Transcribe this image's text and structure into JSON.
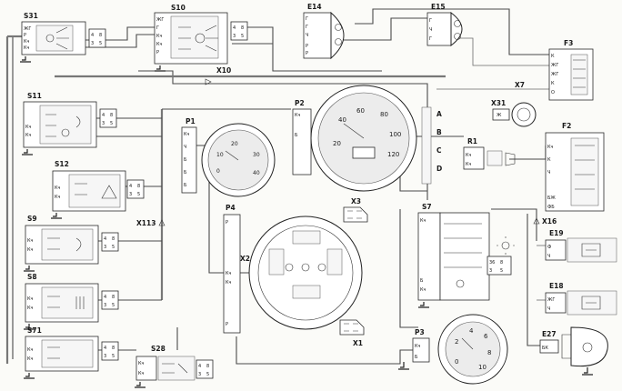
{
  "components": {
    "S31": "S31",
    "S10": "S10",
    "E14": "E14",
    "E15": "E15",
    "F3": "F3",
    "X10": "X10",
    "X7": "X7",
    "S11": "S11",
    "P2": "P2",
    "X31": "X31",
    "P1": "P1",
    "R1": "R1",
    "F2": "F2",
    "S12": "S12",
    "X113": "X113",
    "X3": "X3",
    "S9": "S9",
    "P4": "P4",
    "S7": "S7",
    "X16": "X16",
    "E19": "E19",
    "X2": "X2",
    "S8": "S8",
    "E18": "E18",
    "X1": "X1",
    "S71": "S71",
    "S28": "S28",
    "P3": "P3",
    "E27": "E27"
  },
  "p2_side_labels": [
    "A",
    "B",
    "C",
    "D"
  ],
  "speedometer": {
    "ticks": [
      "20",
      "40",
      "60",
      "80",
      "100",
      "120"
    ]
  },
  "tachometer": {
    "ticks": [
      "0",
      "10",
      "20",
      "30",
      "40"
    ]
  },
  "p3_gauge": {
    "ticks": [
      "0",
      "2",
      "4",
      "6",
      "8",
      "10"
    ]
  },
  "pins": {
    "s31": [
      "ЖГ",
      "Р",
      "Кч",
      "Кч"
    ],
    "s10": [
      "ЖГ",
      "Г",
      "Кч",
      "Кч",
      "Р"
    ],
    "e14": [
      "Г",
      "Г",
      "Ч",
      "Р",
      "Р"
    ],
    "e15": [
      "Г",
      "Ч",
      "Г"
    ],
    "f3": [
      "К",
      "ЖГ",
      "ЖГ",
      "К",
      "О"
    ],
    "s11": [
      "Кч",
      "Кч"
    ],
    "p2": [
      "Кч",
      "Б"
    ],
    "x31": [
      "Ж"
    ],
    "p1": [
      "Кч",
      "Ч",
      "Б",
      "Б",
      "Б"
    ],
    "r1": [
      "Кч",
      "Кч"
    ],
    "f2": [
      "Кч",
      "К",
      "Ч",
      "БЖ",
      "ФБ"
    ],
    "s12": [
      "Кч",
      "Кч"
    ],
    "s9": [
      "Кч",
      "Кч"
    ],
    "p4": [
      "Р",
      "Кч",
      "Кч",
      "Р"
    ],
    "s7": [
      "Кч",
      "Б",
      "Кч"
    ],
    "e19": [
      "Ф",
      "Ч"
    ],
    "e18": [
      "ЖГ",
      "Ч"
    ],
    "s8": [
      "Кч",
      "Кч"
    ],
    "s71": [
      "Кч",
      "Кч"
    ],
    "s28": [
      "Кч",
      "Кч"
    ],
    "p3": [
      "Кч",
      "Б"
    ],
    "e27": [
      "БК"
    ]
  }
}
